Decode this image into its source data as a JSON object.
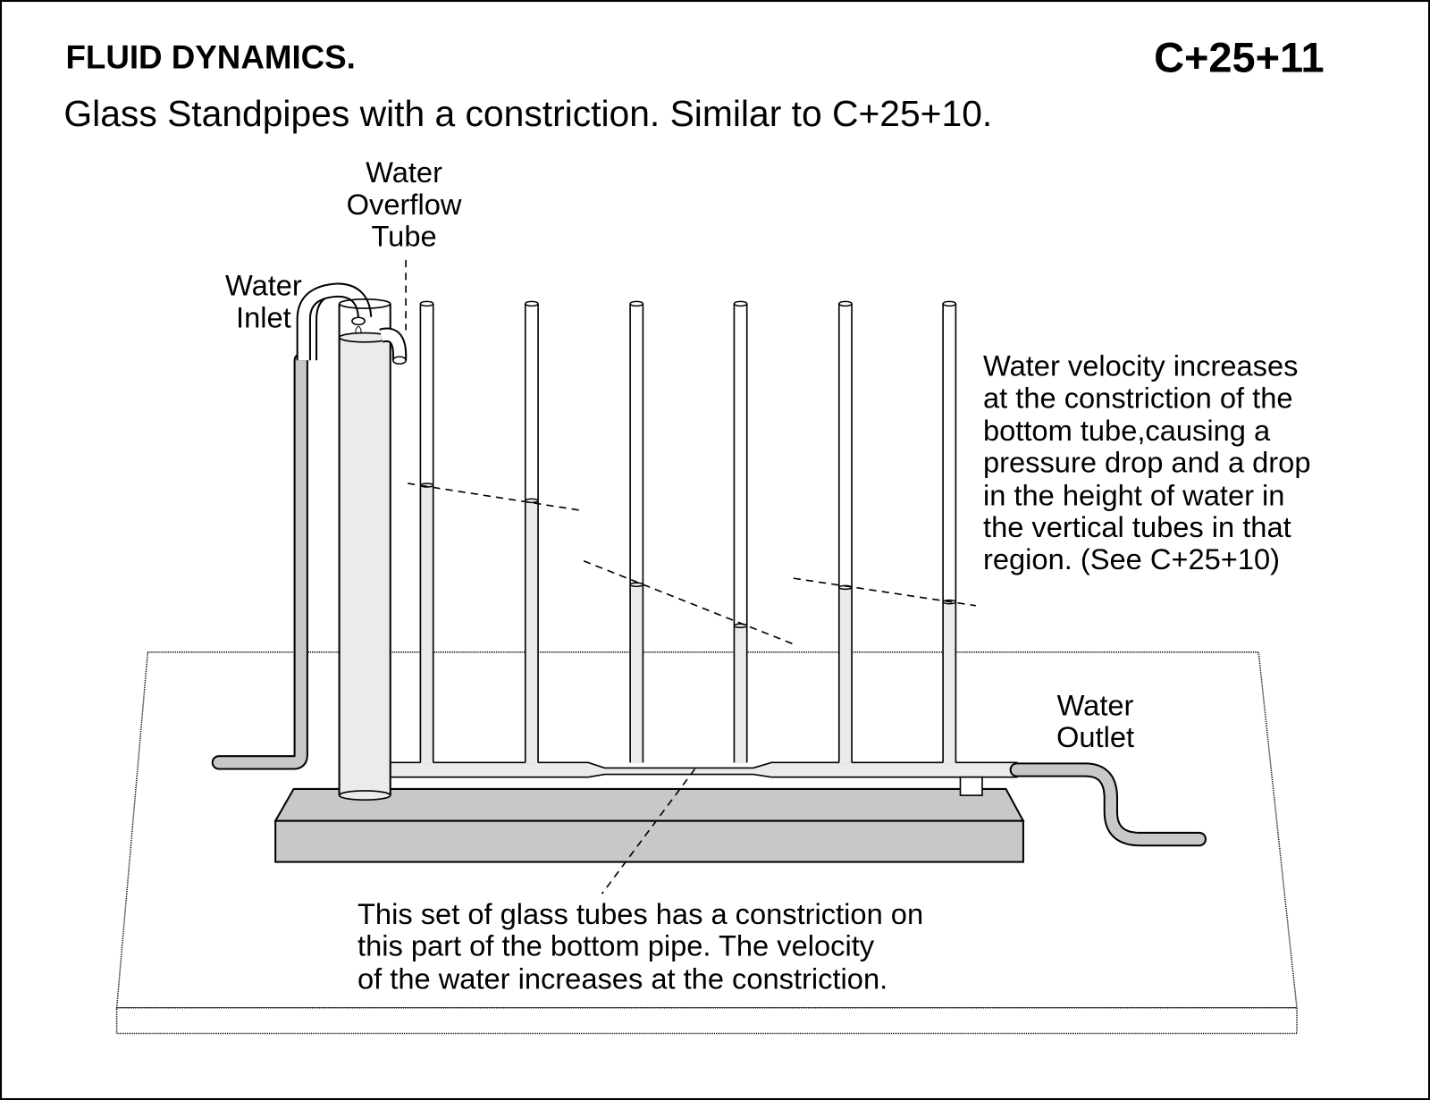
{
  "header": {
    "title": "FLUID DYNAMICS.",
    "code": "C+25+11",
    "subtitle": "Glass Standpipes with a constriction.  Similar to C+25+10."
  },
  "labels": {
    "overflow": [
      "Water",
      "Overflow",
      "Tube"
    ],
    "inlet": [
      "Water",
      "Inlet"
    ],
    "outlet": [
      "Water",
      "Outlet"
    ],
    "velocity_note": [
      "Water velocity increases",
      "at the constriction of the",
      "bottom tube,causing a",
      "pressure drop and a drop",
      "in the height of water in",
      "the vertical tubes in that",
      "region. (See C+25+10)"
    ],
    "constriction_note": [
      "This set of glass tubes has a constriction on",
      "this part of the bottom pipe. The velocity",
      "of the water increases at the constriction."
    ]
  },
  "colors": {
    "water": "#ebebeb",
    "base": "#c8c8c8",
    "line": "#000000"
  }
}
